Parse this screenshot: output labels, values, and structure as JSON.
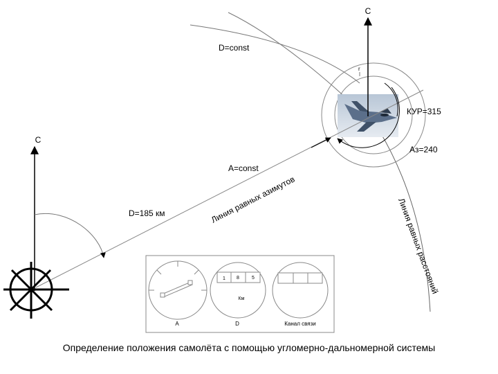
{
  "diagram": {
    "north_plane": "С",
    "north_station": "С",
    "d_const": "D=const",
    "a_const": "A=const",
    "kur": "КУР=315",
    "az": "Аз=240",
    "d_value": "D=185 км",
    "line_azimuth": "Линия равных азимутов",
    "line_range": "Линия равных расстояний",
    "r_mark": "r",
    "caption": "Определение положения самолёта с помощью угломерно-дальномерной системы"
  },
  "instrument_panel": {
    "gauge_a_label": "A",
    "gauge_d_label": "D",
    "gauge_link_label": "Канал связи",
    "distance_digits": [
      "1",
      "8",
      "5"
    ],
    "distance_unit": "Км"
  },
  "icons": {
    "station": "radio-beacon-icon",
    "aircraft": "fighter-jet-icon"
  }
}
